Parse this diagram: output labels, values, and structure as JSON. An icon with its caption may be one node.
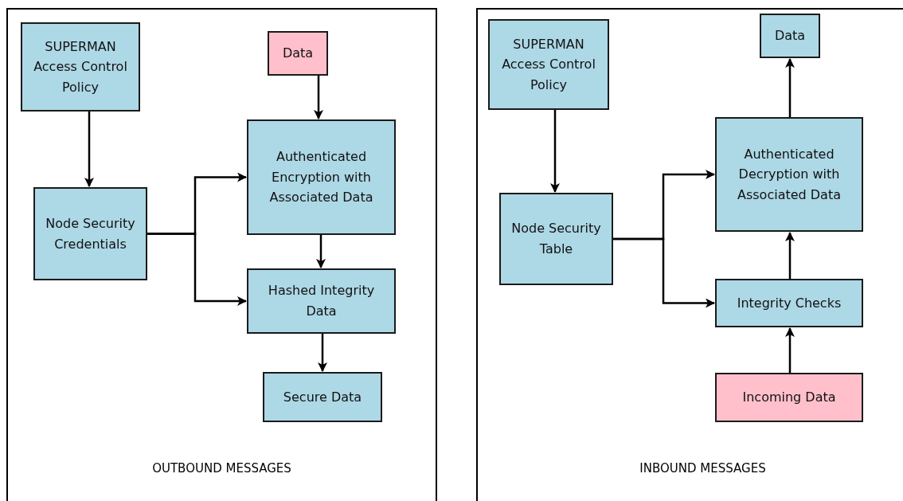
{
  "diagram": {
    "nodes": [
      {
        "text": [
          "OUTBOUND MESSAGES"
        ]
      },
      {
        "text": [
          "SUPERMAN Access Control Policy"
        ],
        "in": 0
      },
      {
        "text": [
          "Data"
        ],
        "in": 0
      },
      {
        "text": [
          "Authenticated Encryption with Associated Data"
        ],
        "in": 0
      },
      {
        "text": [
          "Node Security Credentials"
        ],
        "in": 0
      },
      {
        "text": [
          "Hashed Integrity Data"
        ],
        "in": 0
      },
      {
        "text": [
          "Secure Data"
        ],
        "in": 0
      },
      {
        "text": [
          "INBOUND MESSAGES"
        ]
      },
      {
        "text": [
          "SUPERMAN Access Control Policy"
        ],
        "in": 7
      },
      {
        "text": [
          "Data"
        ],
        "in": 7
      },
      {
        "text": [
          "Authenticated Decryption with Associated Data"
        ],
        "in": 7
      },
      {
        "text": [
          "Node Security Table"
        ],
        "in": 7
      },
      {
        "text": [
          "Integrity Checks"
        ],
        "in": 7
      },
      {
        "text": [
          "Incoming Data"
        ],
        "in": 7
      }
    ],
    "edges": [
      {
        "from": 1,
        "to": 4,
        "arrow": "to"
      },
      {
        "from": 2,
        "to": 3,
        "arrow": "to"
      },
      {
        "from": 4,
        "to": 3,
        "arrow": "to"
      },
      {
        "from": 4,
        "to": 5,
        "arrow": "to"
      },
      {
        "from": 3,
        "to": 5,
        "arrow": "to"
      },
      {
        "from": 5,
        "to": 6,
        "arrow": "to"
      },
      {
        "from": 8,
        "to": 11,
        "arrow": "to"
      },
      {
        "from": 10,
        "to": 9,
        "arrow": "to"
      },
      {
        "from": 11,
        "to": 10,
        "arrow": "to"
      },
      {
        "from": 11,
        "to": 12,
        "arrow": "to"
      },
      {
        "from": 13,
        "to": 12,
        "arrow": "to"
      },
      {
        "from": 12,
        "to": 10,
        "arrow": "to"
      }
    ]
  }
}
